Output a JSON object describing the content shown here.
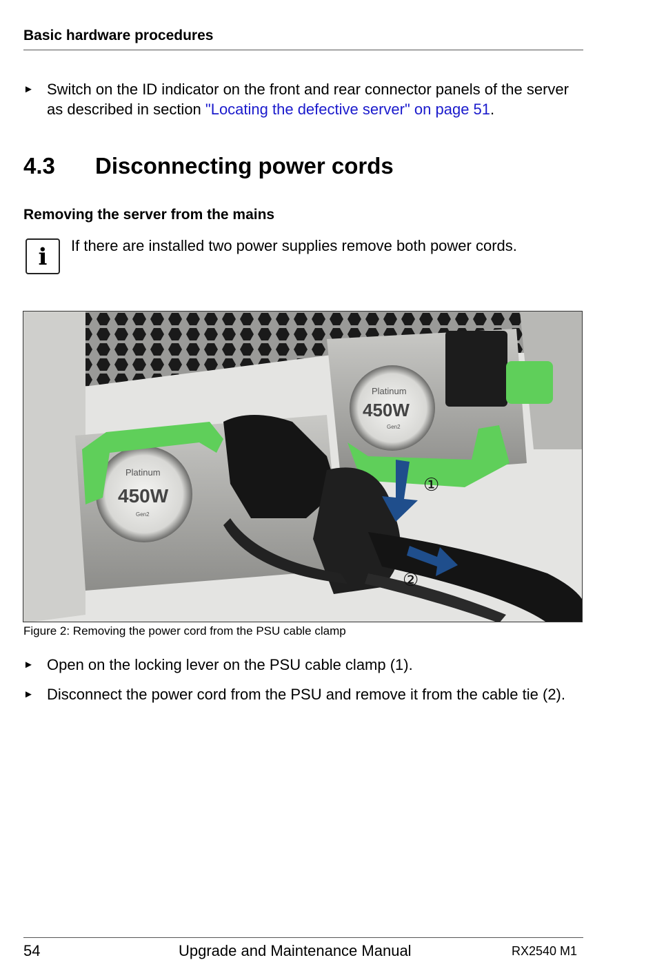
{
  "header": {
    "title": "Basic hardware procedures"
  },
  "intro_step": {
    "marker": "►",
    "text_before": "Switch on the ID indicator on the front and rear connector panels of the server as described in section ",
    "link_text": "\"Locating the defective server\" on page 51",
    "text_after": "."
  },
  "section": {
    "number": "4.3",
    "title": "Disconnecting power cords"
  },
  "subheading": "Removing the server from the mains",
  "note": {
    "icon": "info-icon",
    "icon_glyph": "i",
    "text": "If there are installed two power supplies remove both power cords."
  },
  "figure": {
    "psu_brand": "Platinum",
    "psu_rating": "450W",
    "psu_gen": "Gen2",
    "callout_1": "①",
    "callout_2": "②",
    "arrow_color": "#1f4e8c",
    "handle_color": "#5fcf5a"
  },
  "caption": "Figure 2: Removing the power cord from the PSU cable clamp",
  "steps": [
    {
      "marker": "►",
      "text": "Open on the locking lever on the PSU cable clamp (1)."
    },
    {
      "marker": "►",
      "text": "Disconnect the power cord from the PSU and remove it from the cable tie (2)."
    }
  ],
  "footer": {
    "page": "54",
    "manual": "Upgrade and Maintenance Manual",
    "model": "RX2540 M1"
  }
}
